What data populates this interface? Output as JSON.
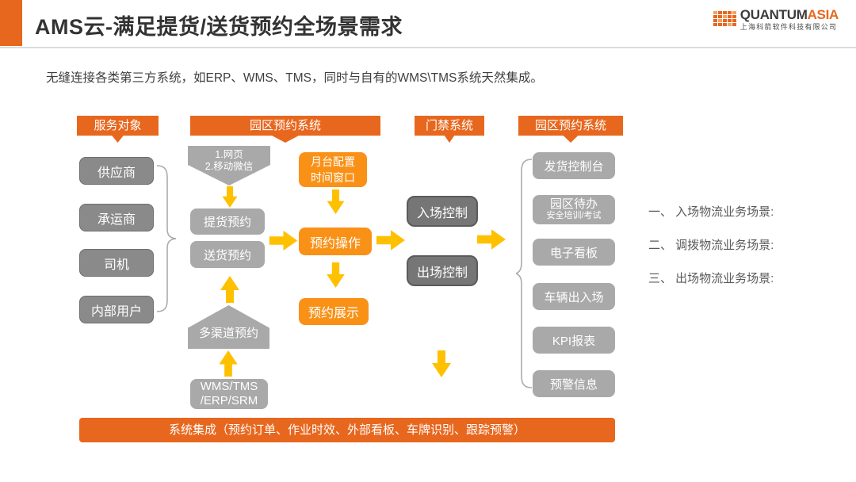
{
  "slide": {
    "title": "AMS云-满足提货/送货预约全场景需求",
    "subtitle": "无缝连接各类第三方系统，如ERP、WMS、TMS，同时与自有的WMS\\TMS系统天然集成。"
  },
  "logo": {
    "brand_primary": "QUANTUM",
    "brand_accent": "ASIA",
    "company": "上海科箭软件科技有限公司"
  },
  "banners": {
    "service": "服务对象",
    "park_booking_left": "园区预约系统",
    "gate": "门禁系统",
    "park_booking_right": "园区预约系统"
  },
  "service_objects": {
    "items": [
      "供应商",
      "承运商",
      "司机",
      "内部用户"
    ]
  },
  "booking_channels": {
    "entry": {
      "line1": "1.网页",
      "line2": "2.移动微信"
    },
    "pickup": "提货预约",
    "delivery": "送货预约",
    "multi_channel": "多渠道预约",
    "systems": {
      "line1": "WMS/TMS",
      "line2": "/ERP/SRM"
    }
  },
  "booking_core": {
    "dock": {
      "line1": "月台配置",
      "line2": "时间窗口"
    },
    "operation": "预约操作",
    "display": "预约展示"
  },
  "gate_system": {
    "entry_control": "入场控制",
    "exit_control": "出场控制"
  },
  "park_system": {
    "items": [
      {
        "label": "发货控制台"
      },
      {
        "label": "园区待办",
        "sublabel": "安全培训/考试"
      },
      {
        "label": "电子看板"
      },
      {
        "label": "车辆出入场"
      },
      {
        "label": "KPI报表"
      },
      {
        "label": "预警信息"
      }
    ]
  },
  "scenarios": {
    "items": [
      "一、 入场物流业务场景:",
      "二、 调拨物流业务场景:",
      "三、 出场物流业务场景:"
    ]
  },
  "integration": {
    "label": "系统集成（预约订单、作业时效、外部看板、车牌识别、跟踪预警）"
  },
  "colors": {
    "accent_orange": "#E8671E",
    "process_orange": "#F99117",
    "arrow_yellow": "#FFC000",
    "box_gray_dark": "#8A8A8A",
    "box_gray_control": "#767676",
    "box_gray_light": "#A9A9A9"
  }
}
